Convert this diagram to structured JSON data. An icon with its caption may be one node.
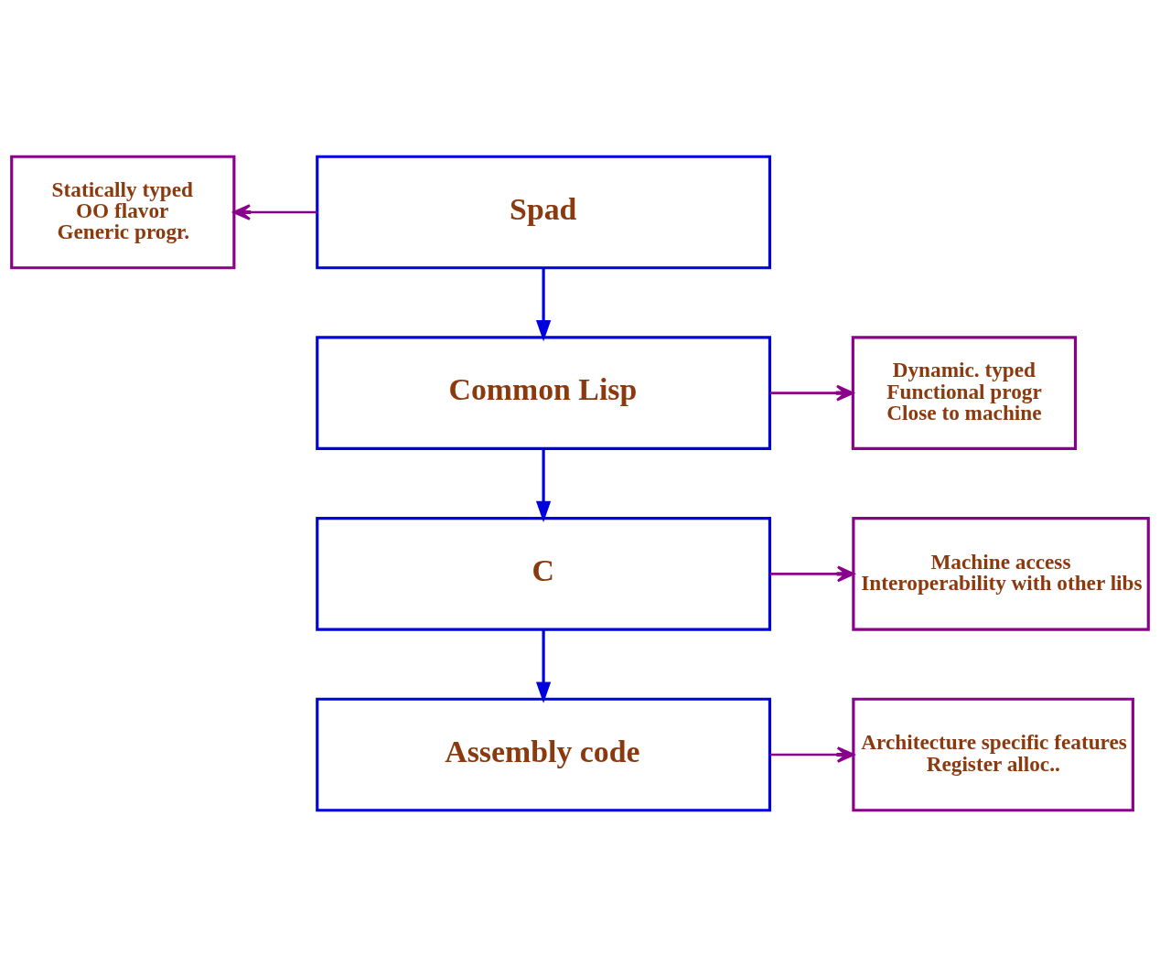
{
  "diagram": {
    "nodes": [
      {
        "text": [
          "Statically typed",
          "OO flavor",
          "Generic progr."
        ]
      },
      {
        "text": [
          "Spad"
        ]
      },
      {
        "text": [
          "Dynamic. typed",
          "Functional progr",
          "Close to machine"
        ]
      },
      {
        "text": [
          "Common Lisp"
        ]
      },
      {
        "text": [
          "Machine access",
          "Interoperability with other libs"
        ]
      },
      {
        "text": [
          "C"
        ]
      },
      {
        "text": [
          "Architecture specific features",
          "Register alloc.."
        ]
      },
      {
        "text": [
          "Assembly code"
        ]
      }
    ],
    "edges": [
      {
        "from": 1,
        "to": 0,
        "arrow": "to"
      },
      {
        "from": 1,
        "to": 3,
        "arrow": "to",
        "color": "#0000dd"
      },
      {
        "from": 3,
        "to": 2,
        "arrow": "to"
      },
      {
        "from": 3,
        "to": 5,
        "arrow": "to",
        "color": "#0000dd"
      },
      {
        "from": 5,
        "to": 4,
        "arrow": "to"
      },
      {
        "from": 5,
        "to": 7,
        "arrow": "to",
        "color": "#0000dd"
      },
      {
        "from": 7,
        "to": 6,
        "arrow": "to"
      }
    ]
  }
}
